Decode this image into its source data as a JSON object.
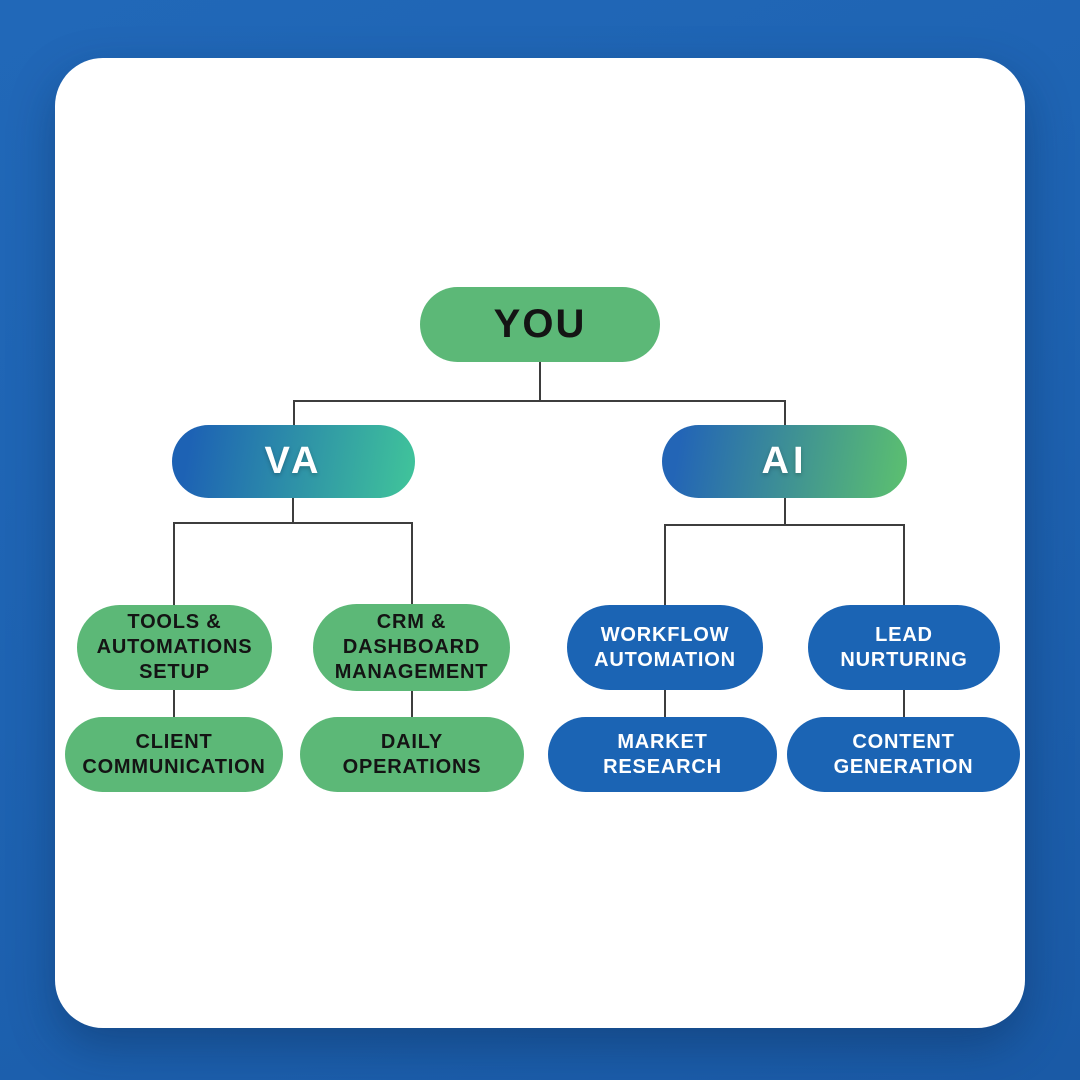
{
  "diagram": {
    "type": "org-chart",
    "root": {
      "label": "YOU"
    },
    "branches": [
      {
        "label": "VA",
        "children": [
          {
            "label": "TOOLS &\nAUTOMATIONS\nSETUP",
            "child": {
              "label": "CLIENT\nCOMMUNICATION"
            }
          },
          {
            "label": "CRM &\nDASHBOARD\nMANAGEMENT",
            "child": {
              "label": "DAILY\nOPERATIONS"
            }
          }
        ]
      },
      {
        "label": "AI",
        "children": [
          {
            "label": "WORKFLOW\nAUTOMATION",
            "child": {
              "label": "MARKET\nRESEARCH"
            }
          },
          {
            "label": "LEAD\nNURTURING",
            "child": {
              "label": "CONTENT\nGENERATION"
            }
          }
        ]
      }
    ]
  },
  "colors": {
    "background_blue": "#1e63b2",
    "card_white": "#ffffff",
    "green_node": "#5cb877",
    "blue_node": "#1b64b4",
    "gradient_start_blue": "#1d62b4",
    "gradient_end_teal": "#3fc19b",
    "gradient_end_green": "#5abd72",
    "connector_line": "#3d3d3d",
    "text_dark": "#141414",
    "text_light": "#ffffff"
  }
}
